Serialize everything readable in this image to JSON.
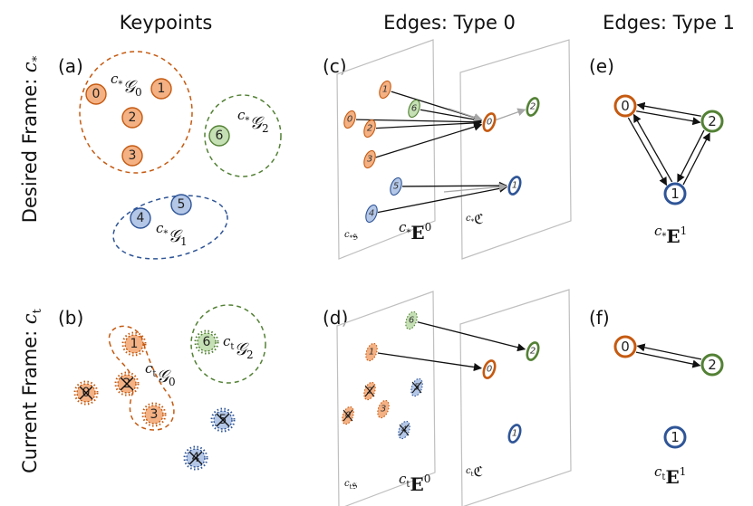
{
  "headers": {
    "keypoints": "Keypoints",
    "type0": "Edges: Type 0",
    "type1": "Edges: Type 1"
  },
  "row_labels": {
    "desired": {
      "text": "Desired Frame: ",
      "sym": "c",
      "sub": "*"
    },
    "current": {
      "text": "Current Frame: ",
      "sym": "c",
      "sub": "t"
    }
  },
  "panels": {
    "a": "(a)",
    "b": "(b)",
    "c": "(c)",
    "d": "(d)",
    "e": "(e)",
    "f": "(f)"
  },
  "group_labels": {
    "a_g0": {
      "pre": "c",
      "presub": "*",
      "sym": "𝒢",
      "sub": "0"
    },
    "a_g1": {
      "pre": "c",
      "presub": "*",
      "sym": "𝒢",
      "sub": "1"
    },
    "a_g2": {
      "pre": "c",
      "presub": "*",
      "sym": "𝒢",
      "sub": "2"
    },
    "b_g0": {
      "pre": "c",
      "presub": "t",
      "sym": "𝒢",
      "sub": "0"
    },
    "b_g2": {
      "pre": "c",
      "presub": "t",
      "sym": "𝒢",
      "sub": "2"
    }
  },
  "edge_labels": {
    "c": {
      "pre": "c",
      "presub": "*",
      "sym": "E",
      "sup": "0"
    },
    "d": {
      "pre": "c",
      "presub": "t",
      "sym": "E",
      "sup": "0"
    },
    "e": {
      "pre": "c",
      "presub": "*",
      "sym": "E",
      "sup": "1"
    },
    "f": {
      "pre": "c",
      "presub": "t",
      "sym": "E",
      "sup": "1"
    }
  },
  "plane_labels": {
    "c_s": {
      "pre": "c",
      "presub": "*",
      "sym": "𝔰"
    },
    "c_c": {
      "pre": "c",
      "presub": "*",
      "sym": "ℭ"
    },
    "d_s": {
      "pre": "c",
      "presub": "t",
      "sym": "𝔰"
    },
    "d_c": {
      "pre": "c",
      "presub": "t",
      "sym": "ℭ"
    }
  },
  "colors": {
    "orange": "#c55a11",
    "orange_fill": "#f4b183",
    "green": "#538135",
    "green_fill": "#c5e0b4",
    "blue": "#2f5597",
    "blue_fill": "#b4c7e7",
    "plane": "#bfbfbf",
    "arrow_gray": "#a6a6a6"
  },
  "nodes": {
    "a": [
      {
        "label": "0",
        "group": "orange"
      },
      {
        "label": "1",
        "group": "orange"
      },
      {
        "label": "2",
        "group": "orange"
      },
      {
        "label": "3",
        "group": "orange"
      },
      {
        "label": "6",
        "group": "green"
      },
      {
        "label": "4",
        "group": "blue"
      },
      {
        "label": "5",
        "group": "blue"
      }
    ],
    "b": [
      {
        "label": "1",
        "group": "orange",
        "state": "visible"
      },
      {
        "label": "3",
        "group": "orange",
        "state": "visible"
      },
      {
        "label": "6",
        "group": "green",
        "state": "visible"
      },
      {
        "label": "0",
        "group": "orange",
        "state": "crossed"
      },
      {
        "label": "2",
        "group": "orange",
        "state": "crossed"
      },
      {
        "label": "5",
        "group": "blue",
        "state": "crossed"
      },
      {
        "label": "4",
        "group": "blue",
        "state": "crossed"
      }
    ],
    "e": [
      {
        "label": "0",
        "group": "orange"
      },
      {
        "label": "2",
        "group": "green"
      },
      {
        "label": "1",
        "group": "blue"
      }
    ],
    "f": [
      {
        "label": "0",
        "group": "orange"
      },
      {
        "label": "2",
        "group": "green"
      },
      {
        "label": "1",
        "group": "blue"
      }
    ],
    "c_src": [
      {
        "label": "1",
        "group": "orange"
      },
      {
        "label": "6",
        "group": "green"
      },
      {
        "label": "0",
        "group": "orange"
      },
      {
        "label": "2",
        "group": "orange"
      },
      {
        "label": "3",
        "group": "orange"
      },
      {
        "label": "5",
        "group": "blue"
      },
      {
        "label": "4",
        "group": "blue"
      }
    ],
    "c_dst": [
      {
        "label": "2",
        "group": "green"
      },
      {
        "label": "0",
        "group": "orange"
      },
      {
        "label": "1",
        "group": "blue"
      }
    ],
    "d_src": [
      {
        "label": "6",
        "group": "green"
      },
      {
        "label": "1",
        "group": "orange"
      },
      {
        "label": "2",
        "group": "orange"
      },
      {
        "label": "5",
        "group": "blue"
      },
      {
        "label": "3",
        "group": "orange"
      },
      {
        "label": "0",
        "group": "orange"
      },
      {
        "label": "4",
        "group": "blue"
      }
    ],
    "d_dst": [
      {
        "label": "2",
        "group": "green"
      },
      {
        "label": "0",
        "group": "orange"
      },
      {
        "label": "1",
        "group": "blue"
      }
    ]
  }
}
